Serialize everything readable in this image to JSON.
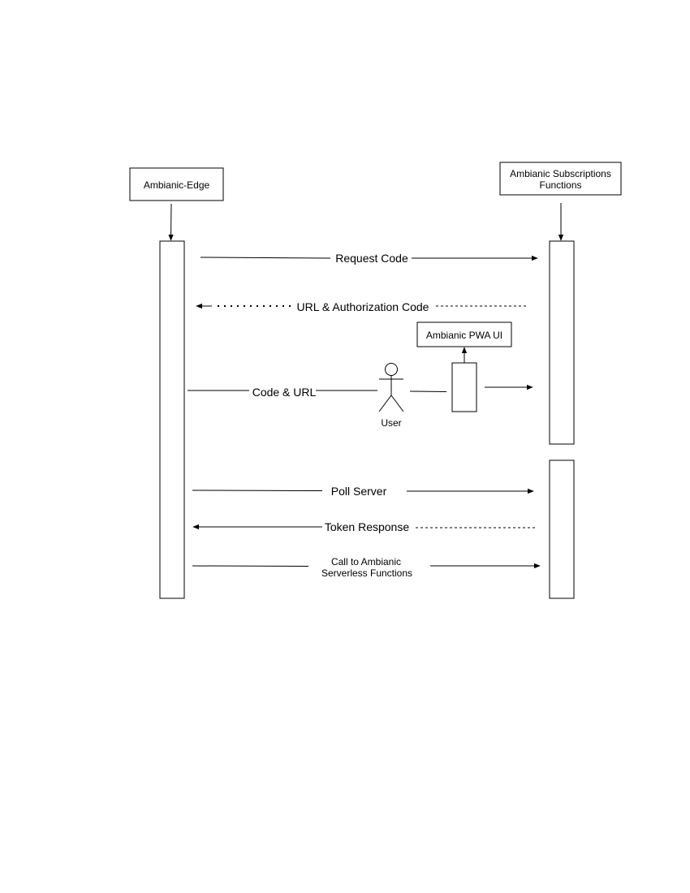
{
  "participants": {
    "edge": "Ambianic-Edge",
    "functions_line1": "Ambianic Subscriptions",
    "functions_line2": "Functions",
    "pwa": "Ambianic PWA UI",
    "user": "User"
  },
  "messages": {
    "request_code": "Request Code",
    "url_auth_code": "URL & Authorization Code",
    "code_url": "Code & URL",
    "poll_server": "Poll Server",
    "token_response": "Token Response",
    "call_line1": "Call to Ambianic",
    "call_line2": "Serverless Functions"
  }
}
